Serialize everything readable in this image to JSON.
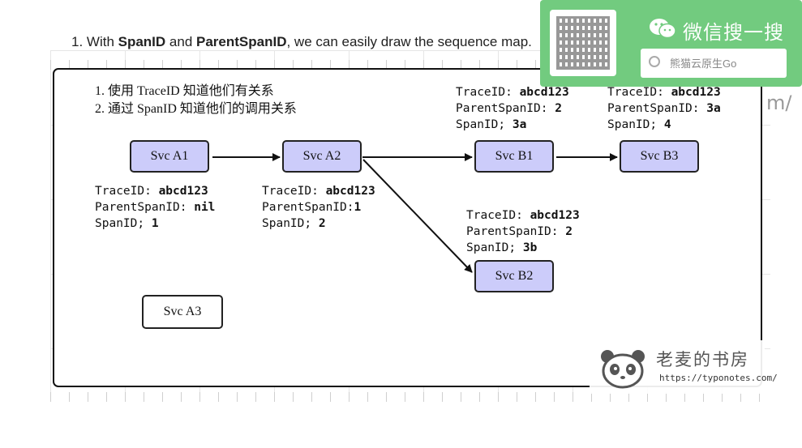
{
  "caption": {
    "prefix": "1. With ",
    "term1": "SpanID",
    "middle": " and ",
    "term2": "ParentSpanID",
    "suffix": ", we can easily draw the sequence map."
  },
  "notes": [
    "1. 使用 TraceID 知道他们有关系",
    "2. 通过 SpanID 知道他们的调用关系"
  ],
  "services": {
    "a1": "Svc A1",
    "a2": "Svc A2",
    "b1": "Svc B1",
    "b2": "Svc B2",
    "b3": "Svc B3",
    "a3": "Svc A3"
  },
  "labels": {
    "trace": "TraceID: ",
    "parent": "ParentSpanID: ",
    "parent_tight": "ParentSpanID:",
    "span": "SpanID; "
  },
  "info": {
    "a1": {
      "trace": "abcd123",
      "parent": "nil",
      "span": "1"
    },
    "a2": {
      "trace": "abcd123",
      "parent": "1",
      "span": "2"
    },
    "b1": {
      "trace": "abcd123",
      "parent": "2",
      "span": "3a"
    },
    "b2": {
      "trace": "abcd123",
      "parent": "2",
      "span": "3b"
    },
    "b3": {
      "trace": "abcd123",
      "parent": "3a",
      "span": "4"
    }
  },
  "overlay": {
    "wechat_title": "微信搜一搜",
    "wechat_search": "熊猫云原生Go",
    "url_fragment": "m/"
  },
  "watermark": {
    "title": "老麦的书房",
    "url": "https://typonotes.com/"
  },
  "colors": {
    "svc_fill": "#ccccfa",
    "wechat_green": "#72cb7f"
  }
}
